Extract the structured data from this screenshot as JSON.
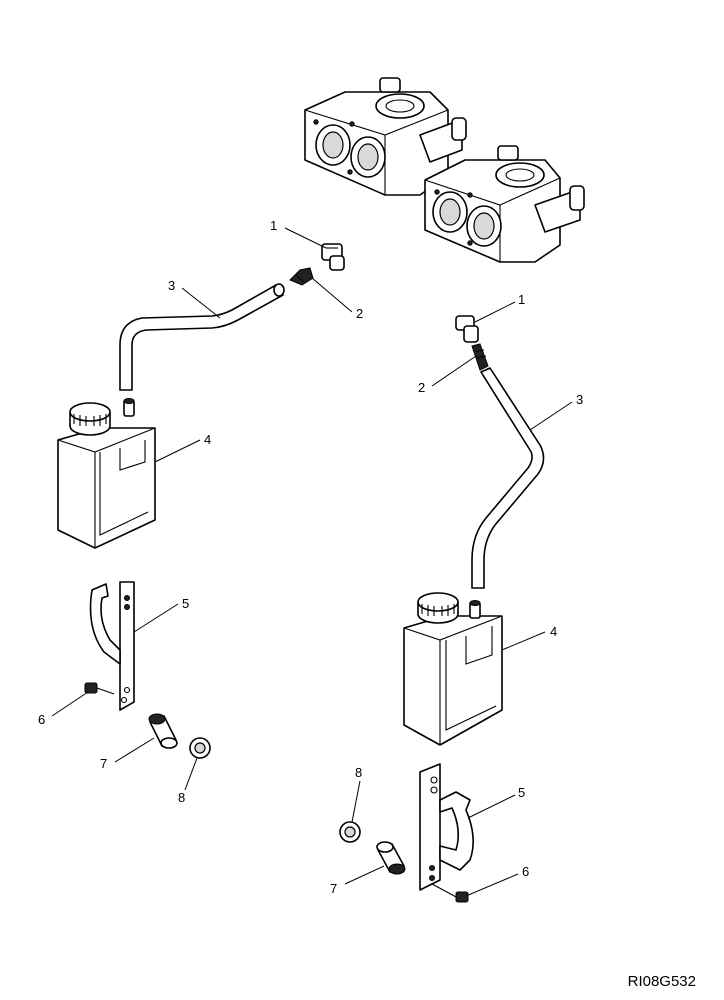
{
  "figure_code": "RI08G532",
  "callouts_left": {
    "fitting_elbow": "1",
    "fitting_barb": "2",
    "hose": "3",
    "reservoir": "4",
    "bracket": "5",
    "bolt": "6",
    "spacer": "7",
    "nut": "8"
  },
  "callouts_right": {
    "fitting_elbow": "1",
    "fitting_barb": "2",
    "hose": "3",
    "reservoir": "4",
    "bracket": "5",
    "bolt": "6",
    "spacer": "7",
    "nut": "8"
  },
  "colors": {
    "line": "#000000",
    "background": "#ffffff",
    "fill_shade": "#d9d9d9"
  }
}
